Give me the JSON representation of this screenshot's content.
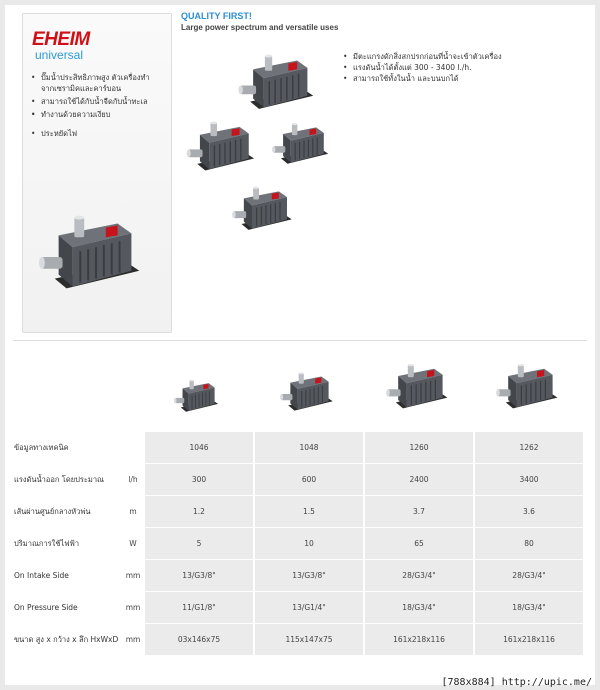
{
  "brand": {
    "name": "EHEIM",
    "sub": "universal",
    "accent_red": "#d10f16",
    "accent_blue": "#2b9bd6"
  },
  "sidebar": {
    "bullets": [
      "ปั๊มน้ำประสิทธิภาพสูง ตัวเครื่องทำจากเซรามิคและคาร์บอน",
      "สามารถใช้ได้กับน้ำจืดกับน้ำทะเล",
      "",
      "ทำงานด้วยความเงียบ",
      "ประหยัดไฟ"
    ]
  },
  "heading": {
    "title": "QUALITY FIRST!",
    "subtitle": "Large power spectrum and versatile uses"
  },
  "features": [
    "มีตะแกรงดักสิ่งสกปรกก่อนที่น้ำจะเข้าตัวเครื่อง",
    "แรงดันน้ำได้ตั้งแต่ 300 - 3400 l./h.",
    "สามารถใช้ทั้งในน้ำ และบนบกได้"
  ],
  "specs": {
    "rows": [
      {
        "label": "ข้อมูลทางเทคนิค",
        "unit": "",
        "values": [
          "1046",
          "1048",
          "1260",
          "1262"
        ]
      },
      {
        "label": "แรงดันน้ำออก โดยประมาณ",
        "unit": "l/h",
        "values": [
          "300",
          "600",
          "2400",
          "3400"
        ]
      },
      {
        "label": "เส้นผ่านศูนย์กลางหัวพ่น",
        "unit": "m",
        "values": [
          "1.2",
          "1.5",
          "3.7",
          "3.6"
        ]
      },
      {
        "label": "ปริมาณการใช้ไฟฟ้า",
        "unit": "W",
        "values": [
          "5",
          "10",
          "65",
          "80"
        ]
      },
      {
        "label": "On Intake Side",
        "unit": "mm",
        "values": [
          "13/G3/8\"",
          "13/G3/8\"",
          "28/G3/4\"",
          "28/G3/4\""
        ]
      },
      {
        "label": "On Pressure Side",
        "unit": "mm",
        "values": [
          "11/G1/8\"",
          "13/G1/4\"",
          "18/G3/4\"",
          "18/G3/4\""
        ]
      },
      {
        "label": "ขนาด สูง x กว้าง x ลึก HxWxD",
        "unit": "mm",
        "values": [
          "03x146x75",
          "115x147x75",
          "161x218x116",
          "161x218x116"
        ]
      }
    ]
  },
  "watermark": "[788x884] http://upic.me/"
}
